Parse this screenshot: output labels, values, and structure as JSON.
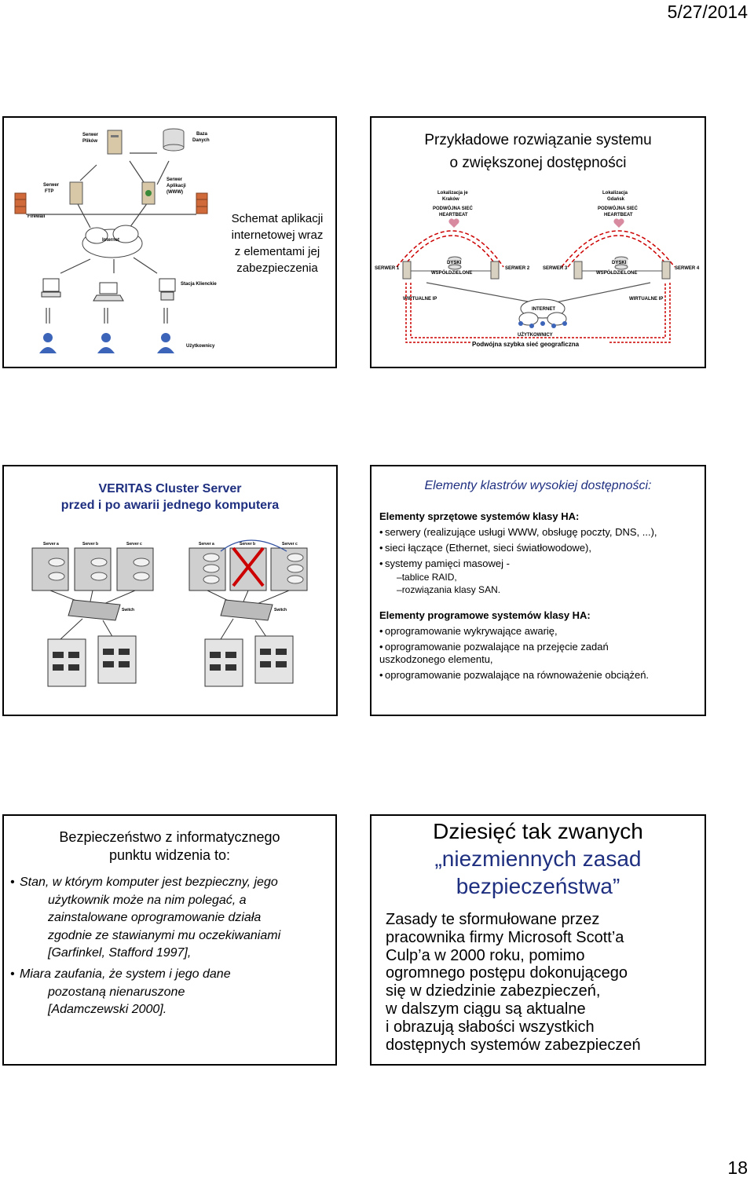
{
  "header": {
    "date": "5/27/2014"
  },
  "footer": {
    "page_number": "18"
  },
  "slide1": {
    "caption": [
      "Schemat aplikacji",
      "internetowej wraz",
      "z elementami jej",
      "zabezpieczenia"
    ],
    "labels": {
      "file_server": [
        "Serwer",
        "Plików"
      ],
      "database": [
        "Baza",
        "Danych"
      ],
      "ftp_server": [
        "Serwer",
        "FTP"
      ],
      "app_server": [
        "Serwer",
        "Aplikacji",
        "(WWW)"
      ],
      "firewall": "Firewall",
      "internet": "Internet",
      "workstation": "Stacja Klienckie",
      "users": "Użytkownicy"
    }
  },
  "slide2": {
    "title": [
      "Przykładowe rozwiązanie systemu",
      "o zwiększonej dostępności"
    ],
    "labels": {
      "local_hub_left": [
        "Lokalizacja je",
        "Kraków"
      ],
      "local_hub_right": [
        "Lokalizacja",
        "Gdańsk"
      ],
      "heartbeat": [
        "PODWÓJNA SIEĆ",
        "HEARTBEAT"
      ],
      "disks": [
        "DYSKI",
        "WSPÓŁDZIELONE"
      ],
      "server1": "SERWER 1",
      "server2": "SERWER 2",
      "server3": "SERWER 3",
      "server4": "SERWER 4",
      "virtual_ip": "WIRTUALNE IP",
      "internet": "INTERNET",
      "users": "UŻYTKOWNICY",
      "replication": "Podwójna szybka sieć geograficzna"
    }
  },
  "slide3": {
    "title": [
      "VERITAS Cluster Server",
      "przed i po awarii jednego komputera"
    ],
    "labels": {
      "server_a": "Server a",
      "server_b": "Server b",
      "server_c": "Server c",
      "switch": "Switch"
    }
  },
  "slide4": {
    "title": "Elementy klastrów wysokiej dostępności:",
    "hw_heading": "Elementy sprzętowe systemów klasy HA:",
    "hw_items": [
      "serwery (realizujące usługi WWW, obsługę poczty, DNS, ...),",
      "sieci łączące (Ethernet, sieci światłowodowe),",
      "systemy pamięci masowej -"
    ],
    "hw_subitems": [
      "tablice RAID,",
      "rozwiązania klasy SAN."
    ],
    "sw_heading": "Elementy programowe systemów klasy HA:",
    "sw_items": [
      "oprogramowanie wykrywające awarię,",
      "oprogramowanie pozwalające na przejęcie zadań",
      "uszkodzonego elementu,",
      "oprogramowanie pozwalające na równoważenie obciążeń."
    ]
  },
  "slide5": {
    "title": [
      "Bezpieczeństwo z informatycznego",
      "punktu widzenia to:"
    ],
    "items": [
      [
        "Stan, w którym komputer jest bezpieczny, jego",
        "użytkownik może na nim polegać, a",
        "zainstalowane oprogramowanie działa",
        "zgodnie ze stawianymi mu oczekiwaniami",
        "[Garfinkel, Stafford 1997],"
      ],
      [
        "Miara zaufania, że system i jego dane",
        "pozostaną nienaruszone",
        "[Adamczewski 2000]."
      ]
    ]
  },
  "slide6": {
    "title": [
      "Dziesięć tak zwanych",
      "„niezmiennych zasad",
      "bezpieczeństwa”"
    ],
    "body": [
      "Zasady te sformułowane przez",
      "pracownika firmy Microsoft Scott’a",
      "Culp’a w 2000 roku, pomimo",
      "ogromnego postępu dokonującego",
      "się w dziedzinie zabezpieczeń,",
      "w dalszym ciągu są aktualne",
      "i obrazują słabości wszystkich",
      "dostępnych systemów zabezpieczeń"
    ]
  },
  "colors": {
    "title_blue": "#1f2f80",
    "heartbeat_red": "#cc0000",
    "cross_red": "#cc0000"
  }
}
